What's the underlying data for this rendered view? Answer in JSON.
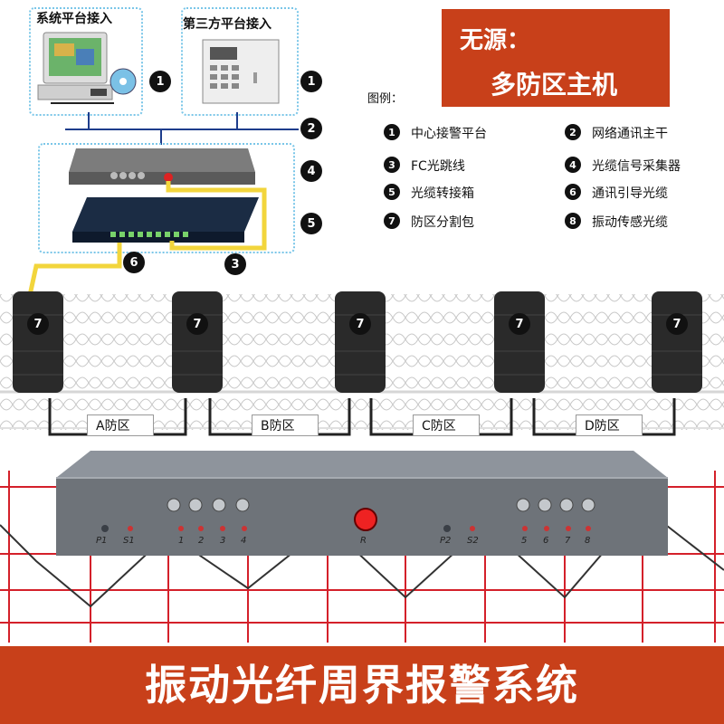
{
  "promo": {
    "line1": "无源：",
    "line2": "多防区主机"
  },
  "top_panels": {
    "left_title": "系统平台接入",
    "right_title": "第三方平台接入"
  },
  "legend": {
    "title": "图例：",
    "items": [
      {
        "num": "1",
        "label": "中心接警平台"
      },
      {
        "num": "2",
        "label": "网络通讯主干"
      },
      {
        "num": "3",
        "label": "FC光跳线"
      },
      {
        "num": "4",
        "label": "光缆信号采集器"
      },
      {
        "num": "5",
        "label": "光缆转接箱"
      },
      {
        "num": "6",
        "label": "通讯引导光缆"
      },
      {
        "num": "7",
        "label": "防区分割包"
      },
      {
        "num": "8",
        "label": "振动传感光缆"
      }
    ]
  },
  "badges": {
    "b1a": "1",
    "b1b": "1",
    "b2": "2",
    "b4": "4",
    "b5": "5",
    "b6": "6",
    "b3": "3",
    "b7": "7"
  },
  "zones": [
    "A防区",
    "B防区",
    "C防区",
    "D防区"
  ],
  "device": {
    "left_leds": [
      "P1",
      "S1"
    ],
    "left_ports": [
      "1",
      "2",
      "3",
      "4"
    ],
    "center": "R",
    "right_leds": [
      "P2",
      "S2"
    ],
    "right_ports": [
      "5",
      "6",
      "7",
      "8"
    ]
  },
  "footer": "振动光纤周界报警系统",
  "colors": {
    "accent": "#c8401a",
    "fiber": "#f2d53c",
    "grid": "#d4202a",
    "panel_border": "#7ac6e8"
  }
}
